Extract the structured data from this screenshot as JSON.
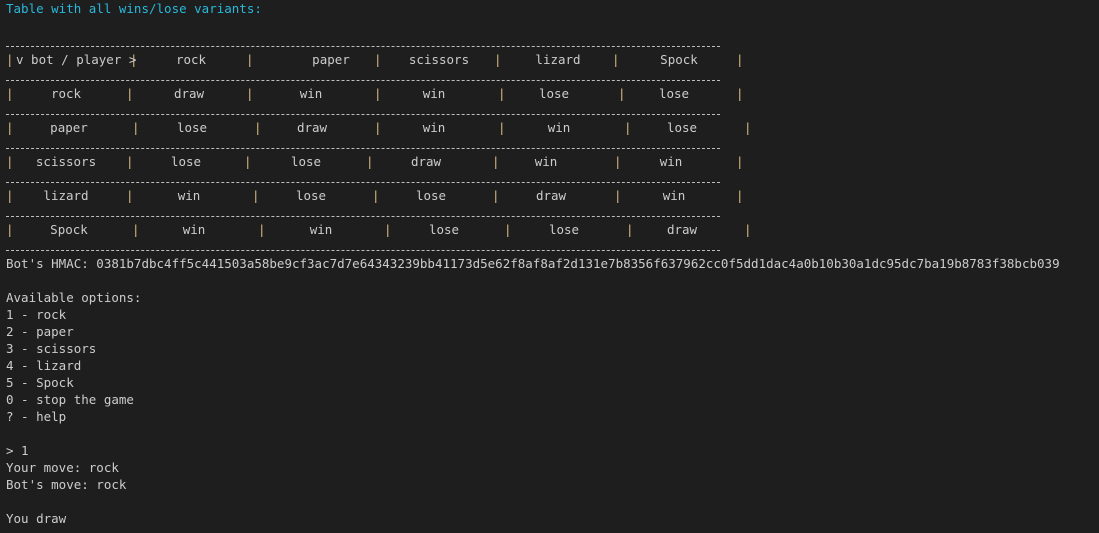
{
  "title": "Table with all wins/lose variants:",
  "table": {
    "header": [
      "v bot / player >",
      "rock",
      "paper",
      "scissors",
      "lizard",
      "Spock"
    ],
    "rows": [
      [
        "rock",
        "draw",
        "win",
        "win",
        "lose",
        "lose"
      ],
      [
        "paper",
        "lose",
        "draw",
        "win",
        "win",
        "lose"
      ],
      [
        "scissors",
        "lose",
        "lose",
        "draw",
        "win",
        "win"
      ],
      [
        "lizard",
        "win",
        "lose",
        "lose",
        "draw",
        "win"
      ],
      [
        "Spock",
        "win",
        "win",
        "lose",
        "lose",
        "draw"
      ]
    ]
  },
  "hmac_line": "Bot's HMAC: 0381b7dbc4ff5c441503a58be9cf3ac7d7e64343239bb41173d5e62f8af8af2d131e7b8356f637962cc0f5dd1dac4a0b10b30a1dc95dc7ba19b8783f38bcb039",
  "options_title": "Available options:",
  "options": [
    "1 - rock",
    "2 - paper",
    "3 - scissors",
    "4 - lizard",
    "5 - Spock",
    "0 - stop the game",
    "? - help"
  ],
  "prompt_input": "> 1",
  "your_move": "Your move: rock",
  "bot_move": "Bot's move: rock",
  "result": "You draw",
  "colors": {
    "background": "#1e1e1e",
    "text": "#cccccc",
    "title": "#29b8db",
    "pipe": "#d7ba7d"
  }
}
